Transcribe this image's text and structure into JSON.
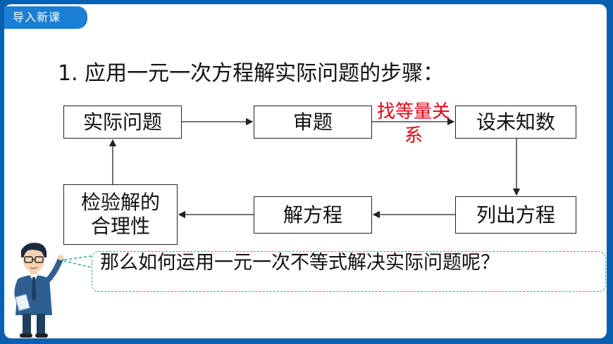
{
  "section_tag": "导入新课",
  "heading": "1. 应用一元一次方程解实际问题的步骤：",
  "flow": {
    "actual_problem": "实际问题",
    "review": "审题",
    "find_relation": "找等量关系",
    "set_unknown": "设未知数",
    "list_equation": "列出方程",
    "solve_equation": "解方程",
    "verify": "检验解的合理性"
  },
  "question": "那么如何运用一元一次不等式解决实际问题呢？",
  "colors": {
    "frame": "#0b5fb0",
    "tag": "#1a7fd4",
    "note": "#e60012",
    "bubble_border": "#3aa88e"
  }
}
